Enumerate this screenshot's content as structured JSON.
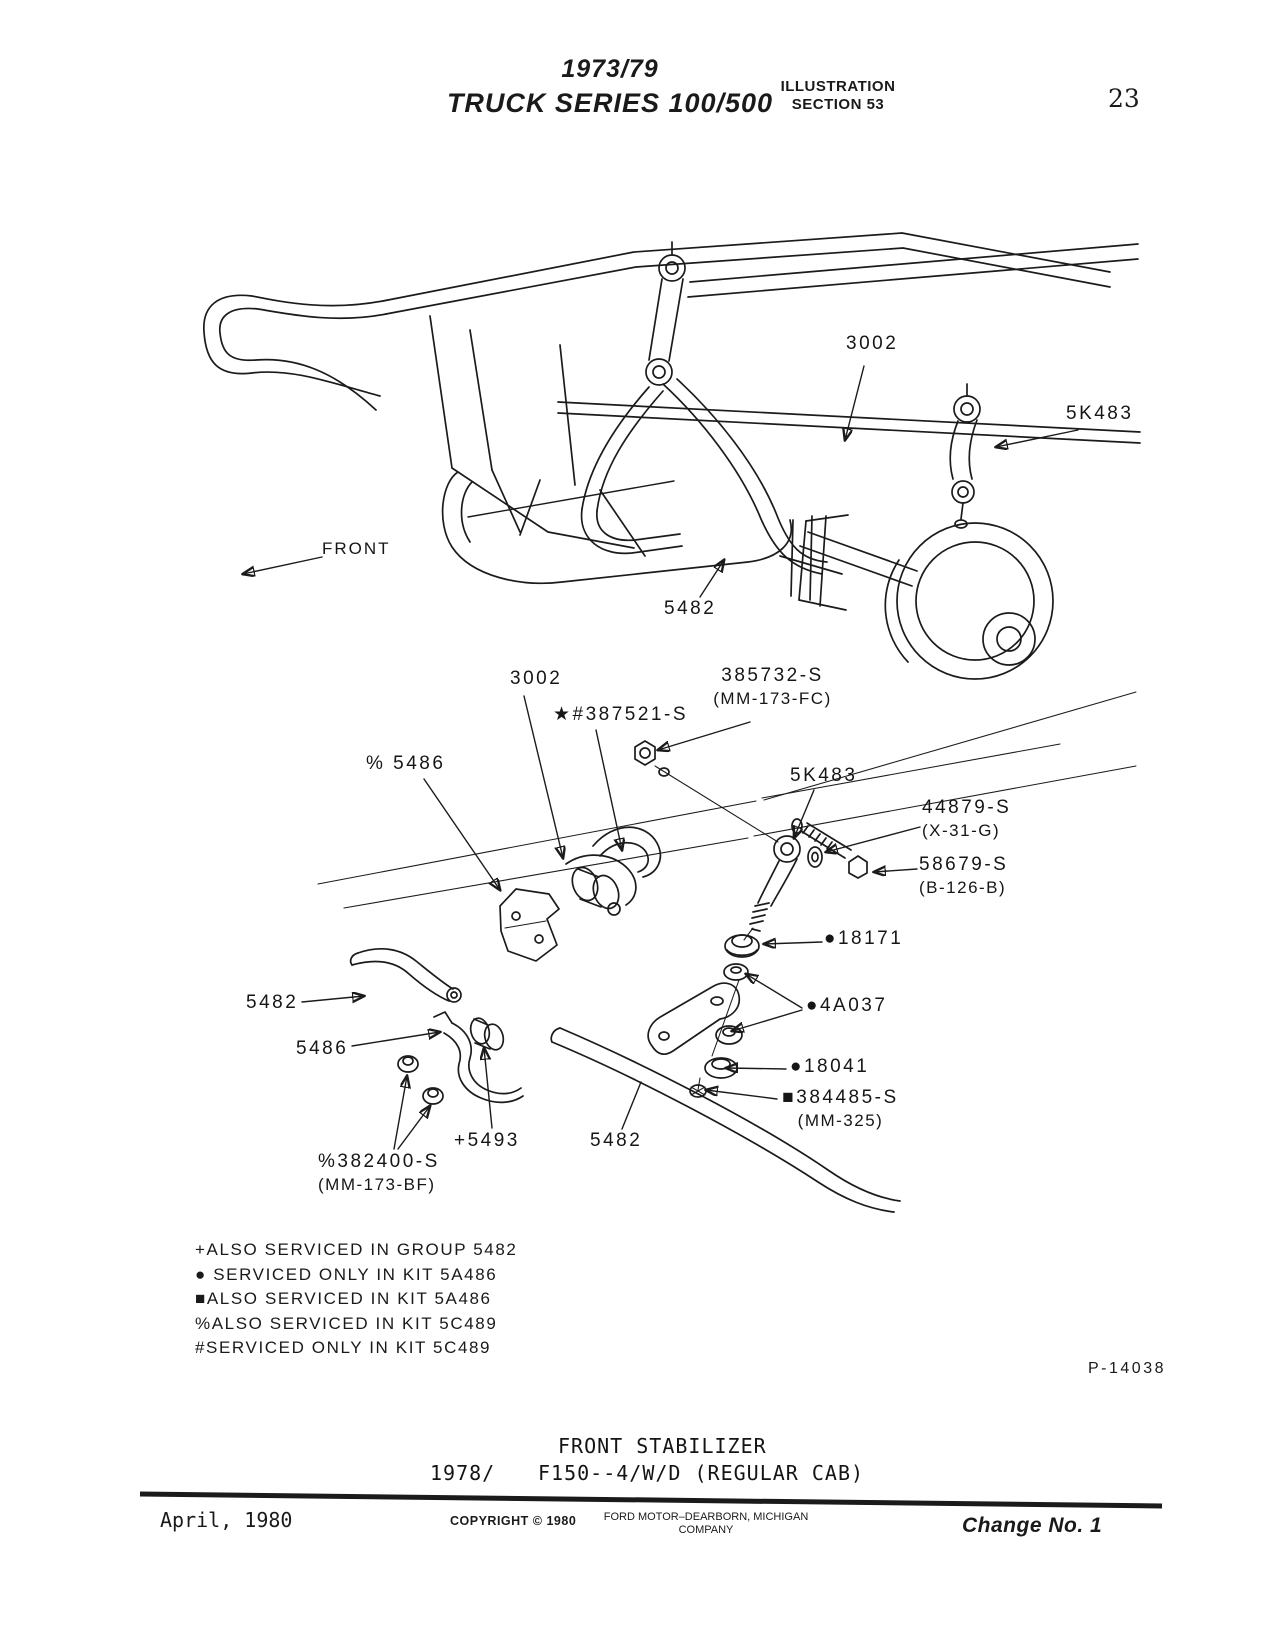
{
  "colors": {
    "ink": "#1a1a1a",
    "paper": "#ffffff"
  },
  "header": {
    "series_line1": "1973/79",
    "series_line2": "TRUCK SERIES 100/500",
    "section_line1": "ILLUSTRATION",
    "section_line2": "SECTION 53",
    "page_number": "23"
  },
  "diagram": {
    "front_arrow_label": "FRONT",
    "labels": {
      "bar_3002_top": {
        "text": "3002"
      },
      "link_5k483_top": {
        "text": "5K483"
      },
      "bar_5482_top": {
        "text": "5482"
      },
      "bar_3002_mid": {
        "text": "3002"
      },
      "clamp_387521": {
        "text": "★#387521-S"
      },
      "nut_385732": {
        "text": "385732-S",
        "sub": "(MM-173-FC)"
      },
      "bracket_5486_upper": {
        "text": "% 5486"
      },
      "link_5k483_mid": {
        "text": "5K483"
      },
      "washer_44879": {
        "text": "44879-S",
        "sub": "(X-31-G)"
      },
      "bolt_58679": {
        "text": "58679-S",
        "sub": "(B-126-B)"
      },
      "grommet_18171": {
        "text": "●18171"
      },
      "washer_4a037": {
        "text": "●4A037"
      },
      "grommet_18041": {
        "text": "●18041"
      },
      "nut_384485": {
        "text": "■384485-S",
        "sub": "(MM-325)"
      },
      "bar_5482_left": {
        "text": "5482"
      },
      "clamp_5486_lower": {
        "text": "5486"
      },
      "insulator_5493": {
        "text": "+5493"
      },
      "bar_5482_bottom": {
        "text": "5482"
      },
      "grommet_382400": {
        "text": "%382400-S",
        "sub": "(MM-173-BF)"
      }
    }
  },
  "legend": {
    "items": [
      "+ALSO SERVICED IN GROUP 5482",
      "● SERVICED ONLY IN KIT 5A486",
      "■ALSO SERVICED IN KIT 5A486",
      "%ALSO SERVICED IN KIT 5C489",
      "#SERVICED ONLY IN KIT 5C489"
    ]
  },
  "figure_number": "P-14038",
  "title_block": {
    "title": "FRONT STABILIZER",
    "year_prefix": "1978/",
    "model": "F150--4/W/D (REGULAR CAB)"
  },
  "footer": {
    "date": "April, 1980",
    "copyright": "COPYRIGHT © 1980",
    "company_line1": "FORD MOTOR–DEARBORN, MICHIGAN",
    "company_line2": "COMPANY",
    "change": "Change No. 1"
  }
}
